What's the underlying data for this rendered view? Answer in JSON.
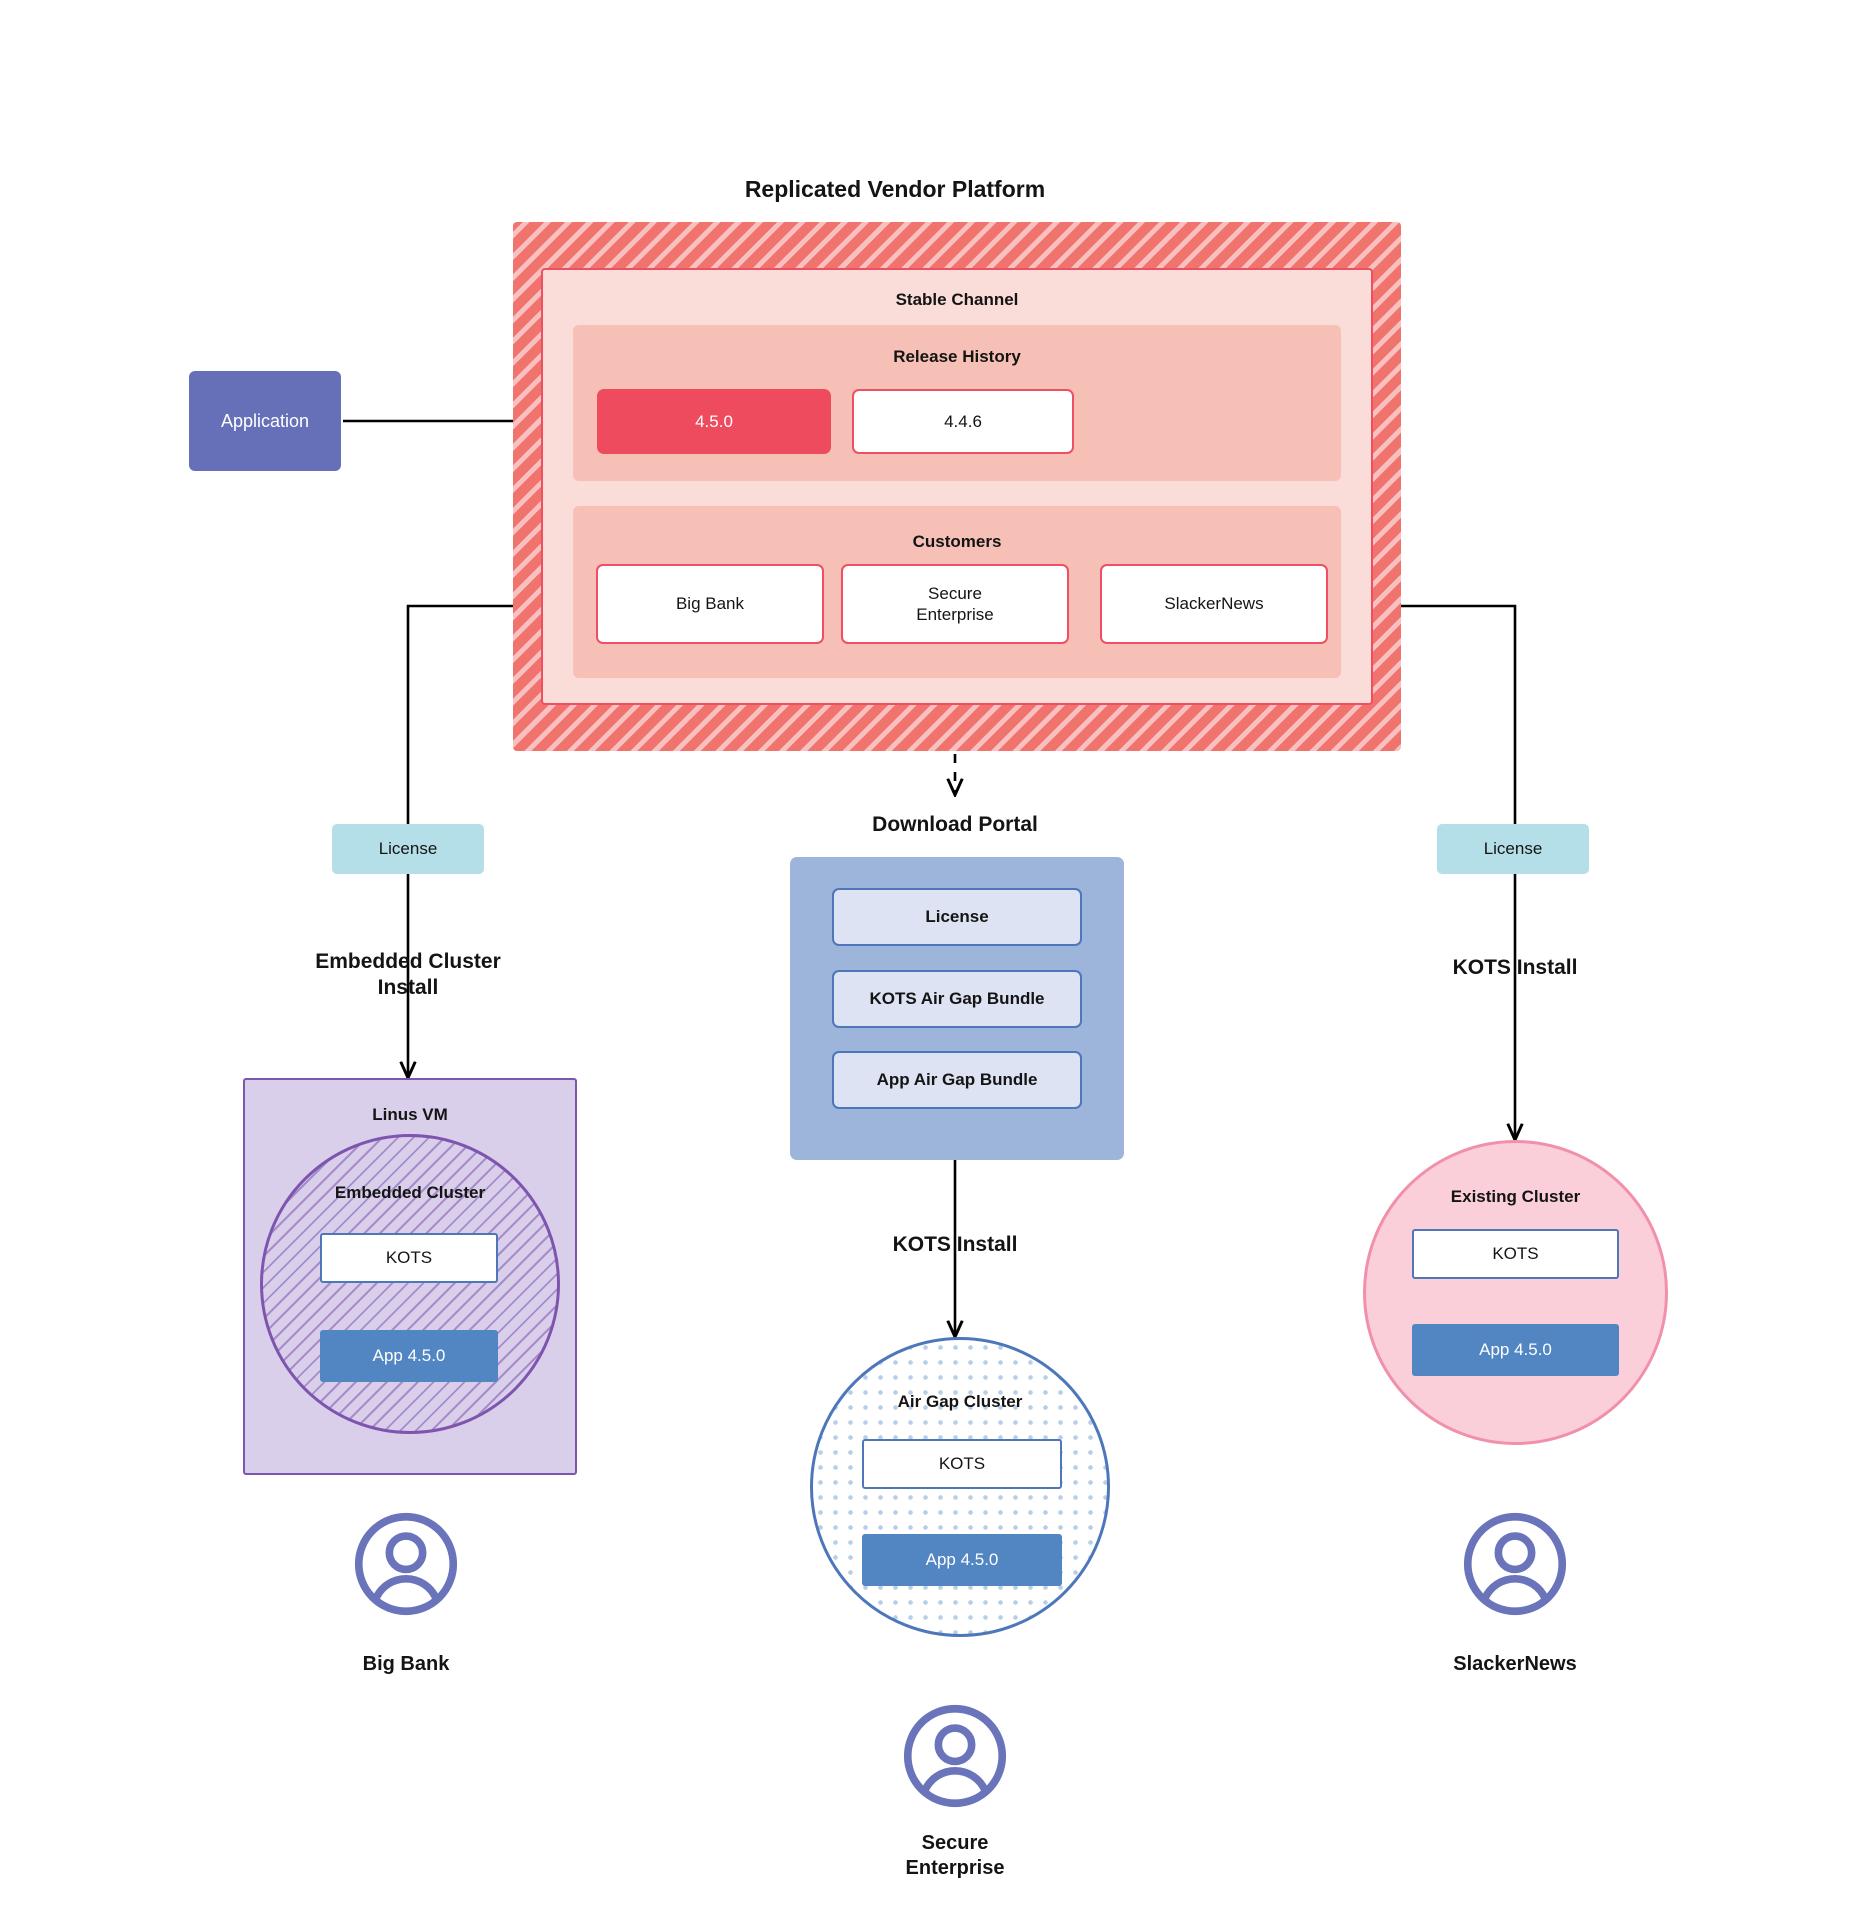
{
  "diagram": {
    "title": "Replicated Vendor Platform",
    "application": {
      "label": "Application"
    },
    "stable_channel": {
      "title": "Stable Channel"
    },
    "release_history": {
      "title": "Release History",
      "releases": [
        {
          "version": "4.5.0",
          "state": "current"
        },
        {
          "version": "4.4.6",
          "state": "previous"
        }
      ]
    },
    "customers": {
      "title": "Customers",
      "items": [
        {
          "name": "Big Bank"
        },
        {
          "name": "Secure\nEnterprise"
        },
        {
          "name": "SlackerNews"
        }
      ]
    },
    "licenses": {
      "left_label": "License",
      "right_label": "License"
    },
    "flows": {
      "left_install": "Embedded Cluster\nInstall",
      "center_install": "KOTS Install",
      "right_install": "KOTS Install"
    },
    "download_portal": {
      "title": "Download  Portal",
      "items": [
        {
          "label": "License"
        },
        {
          "label": "KOTS Air Gap Bundle"
        },
        {
          "label": "App Air Gap Bundle"
        }
      ]
    },
    "clusters": {
      "left": {
        "host_title": "Linus VM",
        "cluster_title": "Embedded Cluster",
        "kots_label": "KOTS",
        "app_label": "App 4.5.0"
      },
      "center": {
        "cluster_title": "Air Gap Cluster",
        "kots_label": "KOTS",
        "app_label": "App 4.5.0"
      },
      "right": {
        "cluster_title": "Existing Cluster",
        "kots_label": "KOTS",
        "app_label": "App 4.5.0"
      }
    },
    "end_users": [
      {
        "icon": "person-icon",
        "name": "Big Bank"
      },
      {
        "icon": "person-icon",
        "name": "Secure\nEnterprise"
      },
      {
        "icon": "person-icon",
        "name": "SlackerNews"
      }
    ],
    "colors": {
      "vendor_platform_hatch": "#f0736e",
      "stable_channel": "#fadcd8",
      "section": "#f7c0b6",
      "release_current": "#ee4b5e",
      "border_red": "#ef4f62",
      "application": "#6670b8",
      "license": "#b4dfe8",
      "portal": "#9db4db",
      "portal_item": "#dde3f3",
      "vm": "#d9cfea",
      "vm_border": "#7e55ae",
      "cluster_blue_border": "#4d77ba",
      "existing_cluster": "#fbcfd9",
      "existing_cluster_border": "#f190ab",
      "app": "#5286c2",
      "person": "#6a74bb"
    }
  }
}
